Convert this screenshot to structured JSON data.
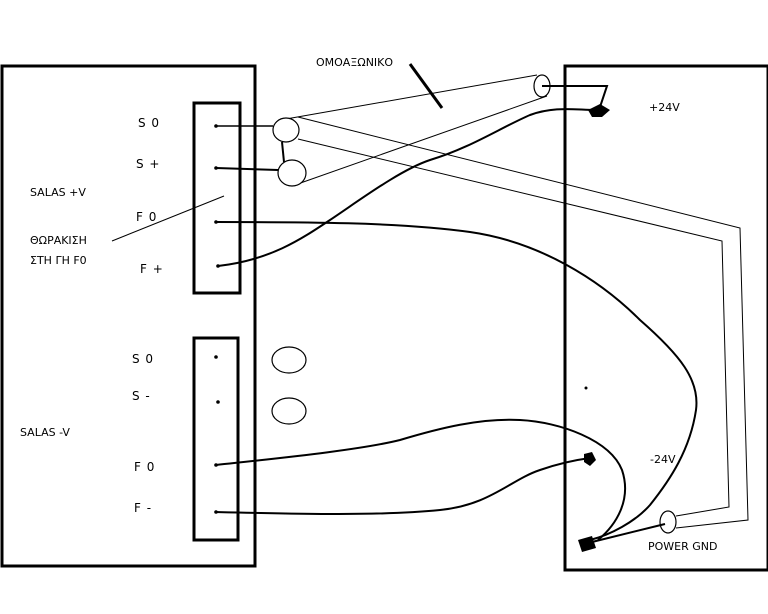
{
  "labels": {
    "coax": "ΟΜΟΑΞΩΝΙΚΟ",
    "salas_pos": "SALAS +V",
    "salas_neg": "SALAS -V",
    "shield_line1": "ΘΩΡΑΚΙΣΗ",
    "shield_line2": "ΣΤΗ ΓΗ F0",
    "plus24": "+24V",
    "minus24": "-24V",
    "power_gnd": "POWER GND"
  },
  "upper_connector": {
    "pins": [
      "S 0",
      "S +",
      "F 0",
      "F +"
    ]
  },
  "lower_connector": {
    "pins": [
      "S 0",
      "S -",
      "F 0",
      "F -"
    ]
  }
}
